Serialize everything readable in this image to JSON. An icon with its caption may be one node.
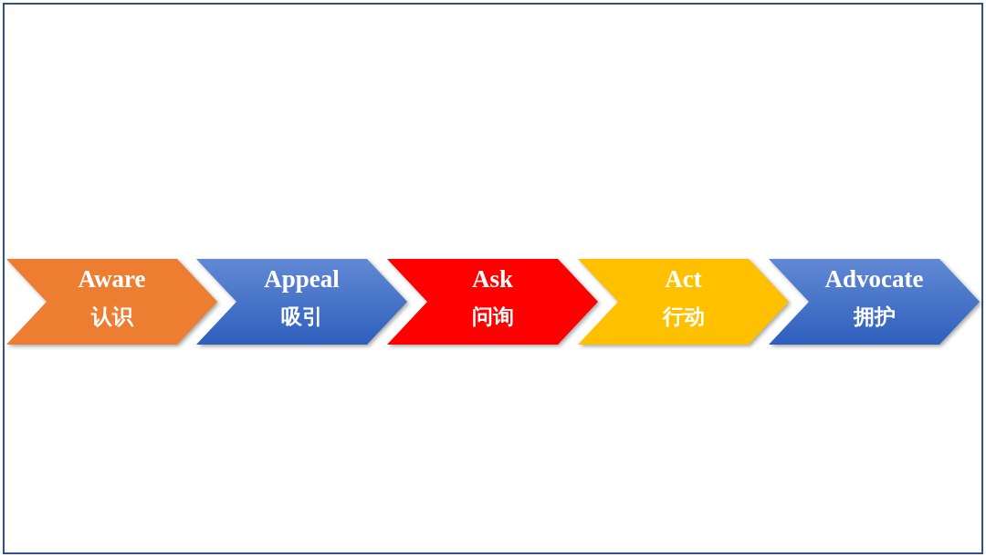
{
  "diagram": {
    "nodes": [
      {
        "text": [
          "Aware",
          "认识"
        ]
      },
      {
        "text": [
          "Appeal",
          "吸引"
        ]
      },
      {
        "text": [
          "Ask",
          "问询"
        ]
      },
      {
        "text": [
          "Act",
          "行动"
        ]
      },
      {
        "text": [
          "Advocate",
          "拥护"
        ]
      }
    ]
  }
}
